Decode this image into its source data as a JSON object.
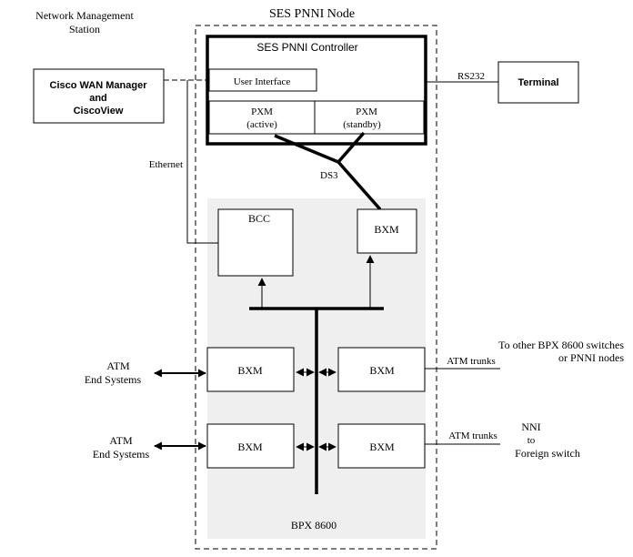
{
  "header": {
    "nms_line1": "Network Management",
    "nms_line2": "Station",
    "node_title": "SES PNNI Node"
  },
  "controller": {
    "title": "SES PNNI Controller",
    "user_interface": "User Interface",
    "pxm_active_line1": "PXM",
    "pxm_active_line2": "(active)",
    "pxm_standby_line1": "PXM",
    "pxm_standby_line2": "(standby)"
  },
  "manager": {
    "line1": "Cisco WAN Manager",
    "line2": "and",
    "line3": "CiscoView"
  },
  "terminal": {
    "label": "Terminal",
    "link_label": "RS232"
  },
  "links": {
    "ethernet": "Ethernet",
    "ds3": "DS3",
    "atm_trunks_top": "ATM trunks",
    "atm_trunks_bottom": "ATM trunks"
  },
  "bpx": {
    "bcc": "BCC",
    "bxm_top": "BXM",
    "bxm_mid_left": "BXM",
    "bxm_mid_right": "BXM",
    "bxm_bot_left": "BXM",
    "bxm_bot_right": "BXM",
    "label": "BPX 8600"
  },
  "end_systems_top": {
    "line1": "ATM",
    "line2": "End Systems"
  },
  "end_systems_bottom": {
    "line1": "ATM",
    "line2": "End Systems"
  },
  "other_switches": {
    "line1": "To other BPX 8600 switches",
    "line2": "or PNNI nodes"
  },
  "foreign": {
    "line1": "NNI",
    "line2": "to",
    "line3": "Foreign switch"
  }
}
